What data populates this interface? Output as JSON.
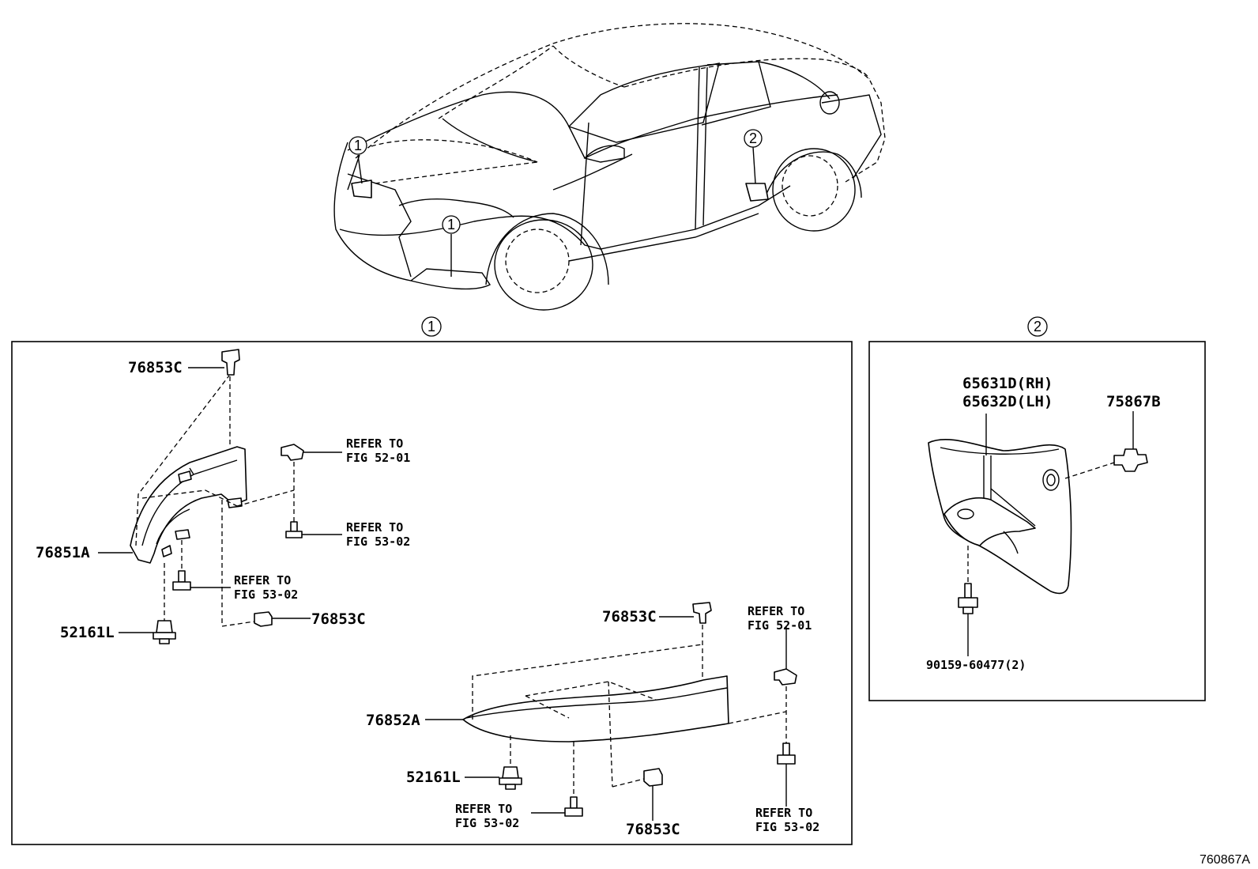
{
  "diagram_id": "760867A",
  "sections": [
    {
      "id": "1",
      "symbol": "①"
    },
    {
      "id": "2",
      "symbol": "②"
    }
  ],
  "parts": {
    "p76853C_a": "76853C",
    "p76853C_b": "76853C",
    "p76853C_c": "76853C",
    "p76853C_d": "76853C",
    "p76851A": "76851A",
    "p76852A": "76852A",
    "p52161L_a": "52161L",
    "p52161L_b": "52161L",
    "p65631D": "65631D(RH)",
    "p65632D": "65632D(LH)",
    "p75867B": "75867B",
    "p90159": "90159-60477(2)"
  },
  "refs": {
    "r1_l1": "REFER TO",
    "r1_l2": "FIG 52-01",
    "r2_l1": "REFER TO",
    "r2_l2": "FIG 53-02",
    "r3_l1": "REFER TO",
    "r3_l2": "FIG 53-02",
    "r4_l1": "REFER TO",
    "r4_l2": "FIG 52-01",
    "r5_l1": "REFER TO",
    "r5_l2": "FIG 53-02",
    "r6_l1": "REFER TO",
    "r6_l2": "FIG 53-02"
  }
}
